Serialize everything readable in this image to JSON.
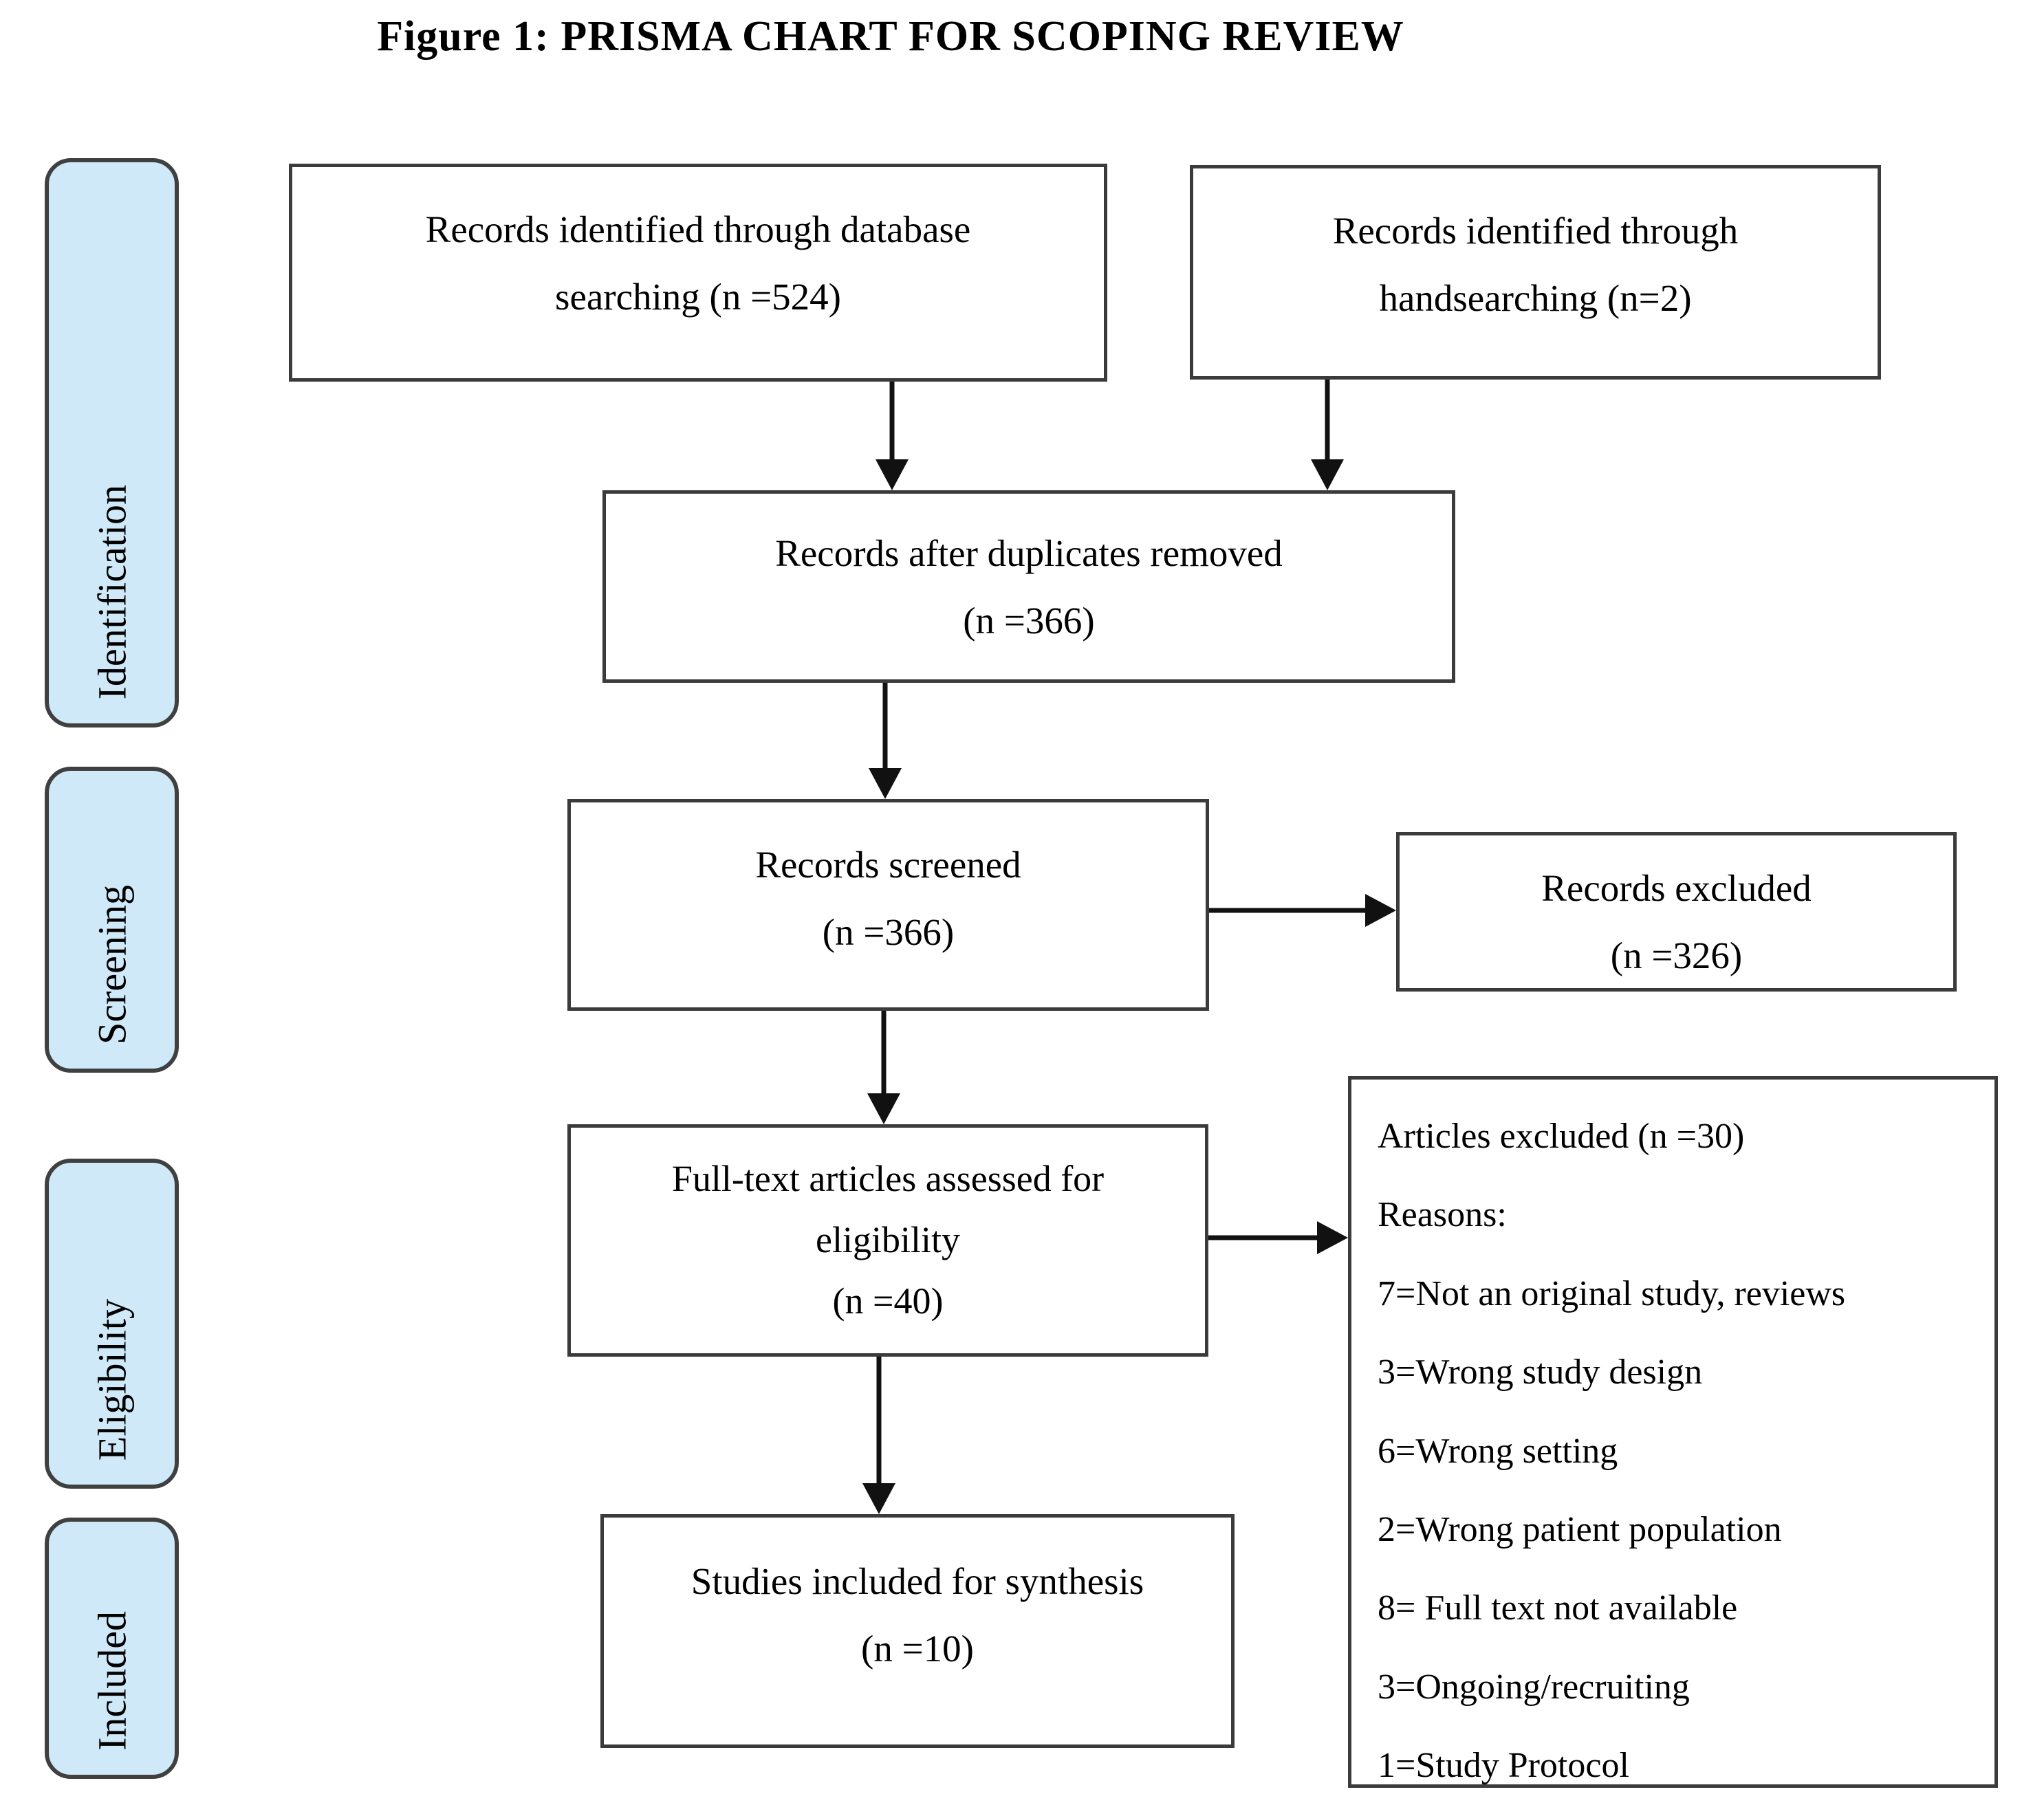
{
  "figure_title": "Figure 1: PRISMA CHART FOR SCOPING REVIEW",
  "stages": {
    "identification": "Identification",
    "screening": "Screening",
    "eligibility": "Eligibility",
    "included": "Included"
  },
  "boxes": {
    "database": {
      "line1": "Records identified through database",
      "line2": "searching (n =524)"
    },
    "handsearch": {
      "line1": "Records identified through",
      "line2": "handsearching (n=2)"
    },
    "duplicates": {
      "line1": "Records after duplicates removed",
      "line2": "(n =366)"
    },
    "screened": {
      "line1": "Records screened",
      "line2": "(n =366)"
    },
    "records_excluded": {
      "line1": "Records excluded",
      "line2": "(n =326)"
    },
    "fulltext": {
      "line1": "Full-text articles assessed for",
      "line2": "eligibility",
      "line3": "(n =40)"
    },
    "included": {
      "line1": "Studies included for synthesis",
      "line2": "(n =10)"
    },
    "articles_excluded": {
      "title": "Articles excluded (n =30)",
      "reasons_label": "Reasons:",
      "reasons": [
        "7=Not an original study, reviews",
        "3=Wrong study design",
        "6=Wrong setting",
        "2=Wrong patient population",
        "8= Full text not available",
        "3=Ongoing/recruiting",
        "1=Study Protocol"
      ]
    }
  },
  "colors": {
    "stage_fill": "#cfe9f8",
    "stage_border": "#404040",
    "box_border": "#3b3b3b",
    "arrow": "#111111",
    "text": "#000000",
    "background": "#ffffff"
  }
}
